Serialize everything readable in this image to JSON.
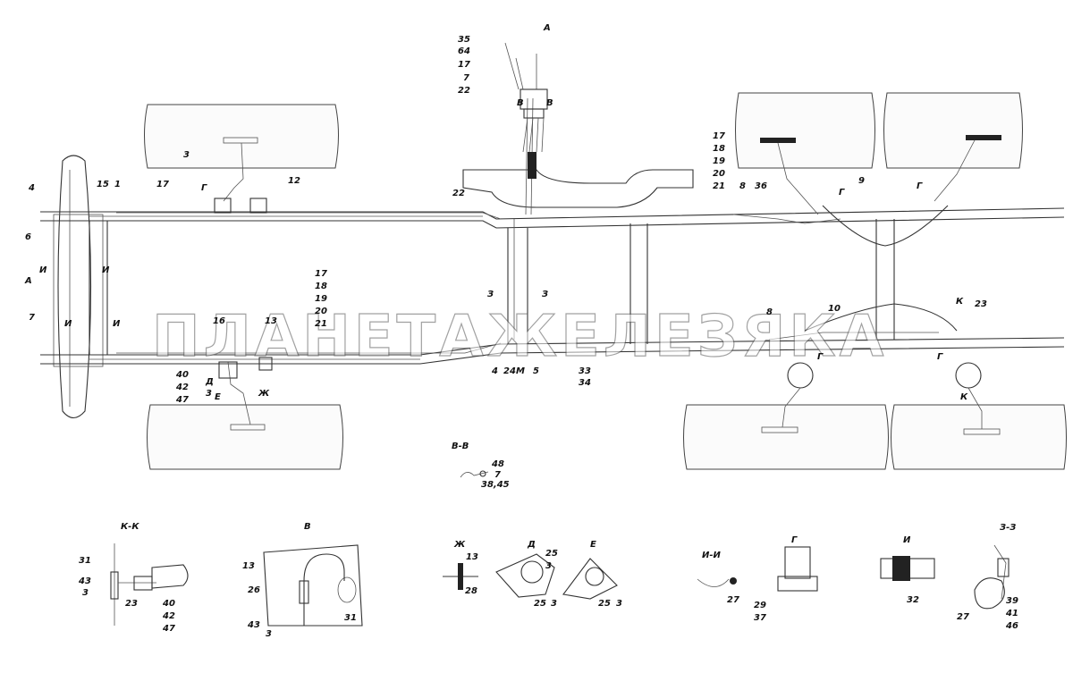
{
  "watermark": "ПЛАНЕТАЖЕЛЕЗЯКА",
  "views": {
    "A": "А",
    "V": "В",
    "VV": "В-В",
    "KK": "К-К",
    "Zh": "Ж",
    "D": "Д",
    "E": "Е",
    "II": "И-И",
    "G": "Г",
    "I": "И",
    "ZZ": "З-З"
  },
  "callouts": {
    "c35": "35",
    "c64": "64",
    "c17": "17",
    "c7": "7",
    "c22": "22",
    "cV1": "В",
    "cV2": "В",
    "r17": "17",
    "r18": "18",
    "r19": "19",
    "r20": "20",
    "r21": "21",
    "m17": "17",
    "m18": "18",
    "m19": "19",
    "m20": "20",
    "m21": "21",
    "l4": "4",
    "l15": "15",
    "l1": "1",
    "l17": "17",
    "l6": "6",
    "l7": "7",
    "lA": "А",
    "lI1": "И",
    "lI2": "И",
    "lI3": "И",
    "lI4": "И",
    "t3": "3",
    "tG": "Г",
    "t12": "12",
    "t22": "22",
    "r8": "8",
    "r36": "36",
    "rG1": "Г",
    "r9": "9",
    "rG2": "Г",
    "b16": "16",
    "b13": "13",
    "b40": "40",
    "b42": "42",
    "b47": "47",
    "bD": "Д",
    "b3": "3",
    "bE": "Е",
    "bZh": "Ж",
    "z1": "З",
    "z2": "З",
    "f4": "4",
    "f24": "24",
    "fM": "М",
    "f5": "5",
    "f33": "33",
    "f34": "34",
    "q8": "8",
    "q10": "10",
    "qK1": "К",
    "q23": "23",
    "qG1": "Г",
    "qG2": "Г",
    "qK2": "К",
    "vv48": "48",
    "vv7": "7",
    "vv38": "38,45",
    "kk31": "31",
    "kk43": "43",
    "kk3": "3",
    "kk23": "23",
    "kk40": "40",
    "kk42": "42",
    "kk47": "47",
    "v13": "13",
    "v26": "26",
    "v43": "43",
    "v3": "3",
    "v31": "31",
    "zh13": "13",
    "zh28": "28",
    "d25": "25",
    "d3a": "3",
    "d25b": "25",
    "d3b": "3",
    "e25": "25",
    "e3": "3",
    "ii27": "27",
    "g29": "29",
    "g37": "37",
    "i32": "32",
    "zz39": "39",
    "zz41": "41",
    "zz46": "46",
    "zz27": "27"
  }
}
